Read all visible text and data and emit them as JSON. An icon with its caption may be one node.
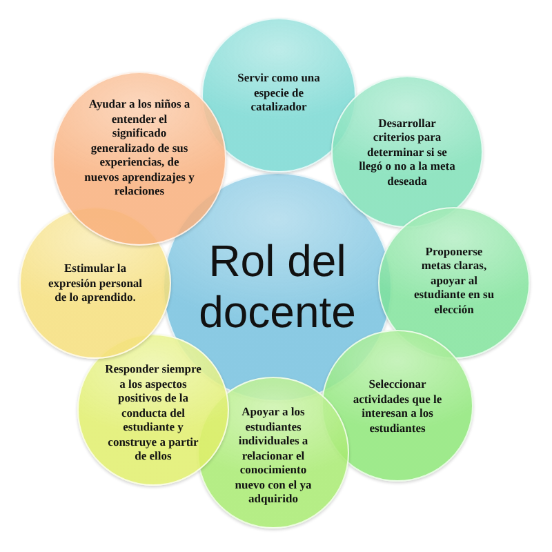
{
  "diagram": {
    "nodes": [
      {
        "text": [
          "Rol del docente"
        ]
      },
      {
        "text": [
          "Servir como una especie de catalizador"
        ]
      },
      {
        "text": [
          "Desarrollar criterios para determinar si se llegó o no a la meta deseada"
        ]
      },
      {
        "text": [
          "Proponerse metas claras, apoyar al estudiante en su elección"
        ]
      },
      {
        "text": [
          "Seleccionar actividades que le interesan a los estudiantes"
        ]
      },
      {
        "text": [
          "Apoyar a los estudiantes individuales a relacionar el conocimiento nuevo con el ya adquirido"
        ]
      },
      {
        "text": [
          "Responder siempre a los aspectos positivos de la conducta del estudiante y construye a partir de ellos"
        ]
      },
      {
        "text": [
          "Estimular la expresión personal de lo aprendido."
        ]
      },
      {
        "text": [
          "Ayudar a los niños a entender el significado generalizado de sus experiencias, de nuevos aprendizajes y relaciones"
        ]
      }
    ]
  }
}
